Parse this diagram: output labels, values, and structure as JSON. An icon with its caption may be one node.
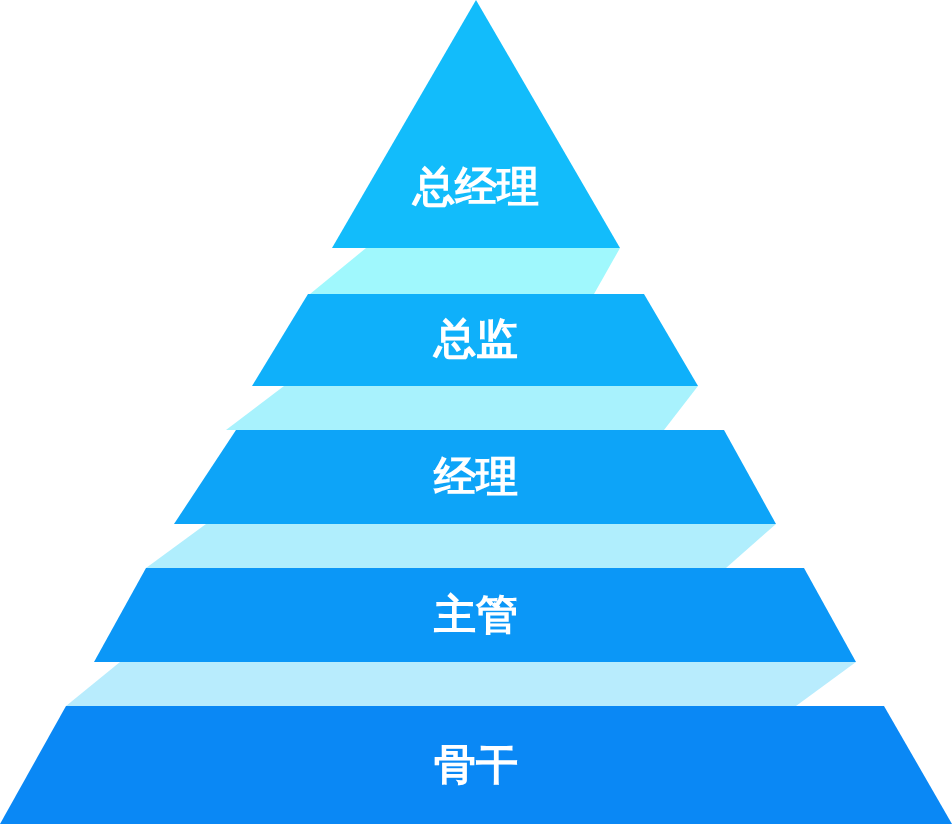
{
  "diagram": {
    "nodes": [
      {
        "text": [
          "总经理"
        ]
      },
      {
        "text": [],
        "shape": "band"
      },
      {
        "text": [
          "总监"
        ]
      },
      {
        "text": [],
        "shape": "band"
      },
      {
        "text": [
          "经理"
        ]
      },
      {
        "text": [],
        "shape": "band"
      },
      {
        "text": [
          "主管"
        ]
      },
      {
        "text": [],
        "shape": "band"
      },
      {
        "text": [
          "骨干"
        ]
      }
    ]
  }
}
